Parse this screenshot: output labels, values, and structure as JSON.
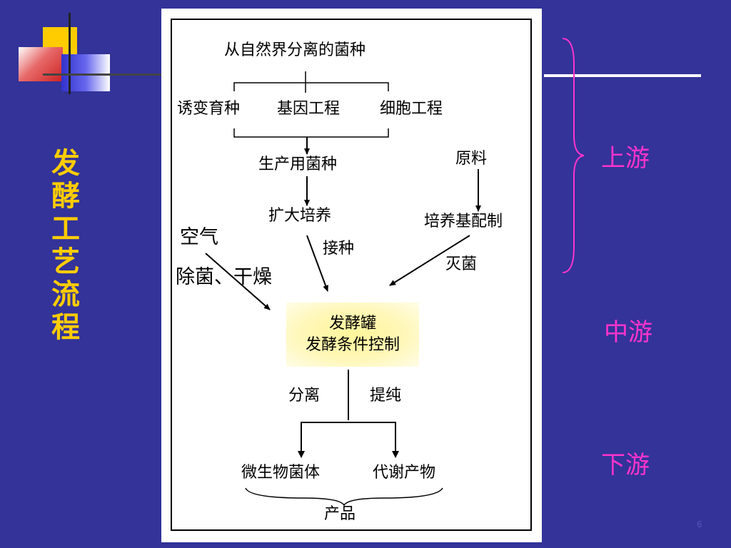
{
  "slide": {
    "title": "发酵工艺流程",
    "stage_upstream": "上游",
    "stage_midstream": "中游",
    "stage_downstream": "下游",
    "page_number": "6"
  },
  "diagram": {
    "source": "从自然界分离的菌种",
    "method_1": "诱变育种",
    "method_2": "基因工程",
    "method_3": "细胞工程",
    "production_strain": "生产用菌种",
    "raw_material": "原料",
    "scale_up": "扩大培养",
    "medium_prep": "培养基配制",
    "air": "空气",
    "air_treatment": "除菌、干燥",
    "inoculation": "接种",
    "sterilization": "灭菌",
    "fermenter": "发酵罐",
    "fermentation_control": "发酵条件控制",
    "separation": "分离",
    "purification": "提纯",
    "biomass": "微生物菌体",
    "metabolites": "代谢产物",
    "product": "产品"
  },
  "colors": {
    "background": "#333399",
    "title": "#ffcc00",
    "stage": "#ff33cc",
    "fermenter_highlight": "#fff59a"
  }
}
